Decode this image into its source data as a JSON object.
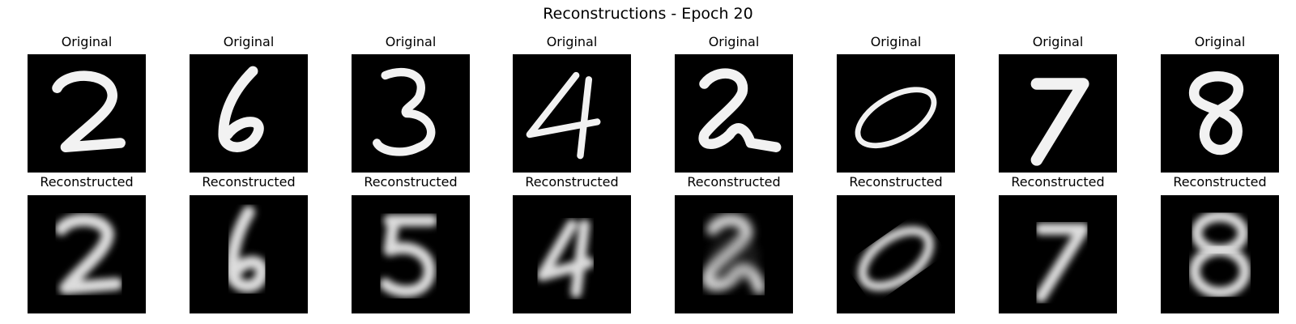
{
  "figure": {
    "title": "Reconstructions - Epoch 20"
  },
  "panels": {
    "original_label": "Original",
    "reconstructed_label": "Reconstructed"
  },
  "digits": [
    "2",
    "6",
    "3",
    "4",
    "2",
    "0",
    "7",
    "8"
  ],
  "colors": {
    "image_background": "#000000",
    "original_stroke": "#f2f2f2",
    "reconstructed_stroke": "#d9d9d9"
  }
}
